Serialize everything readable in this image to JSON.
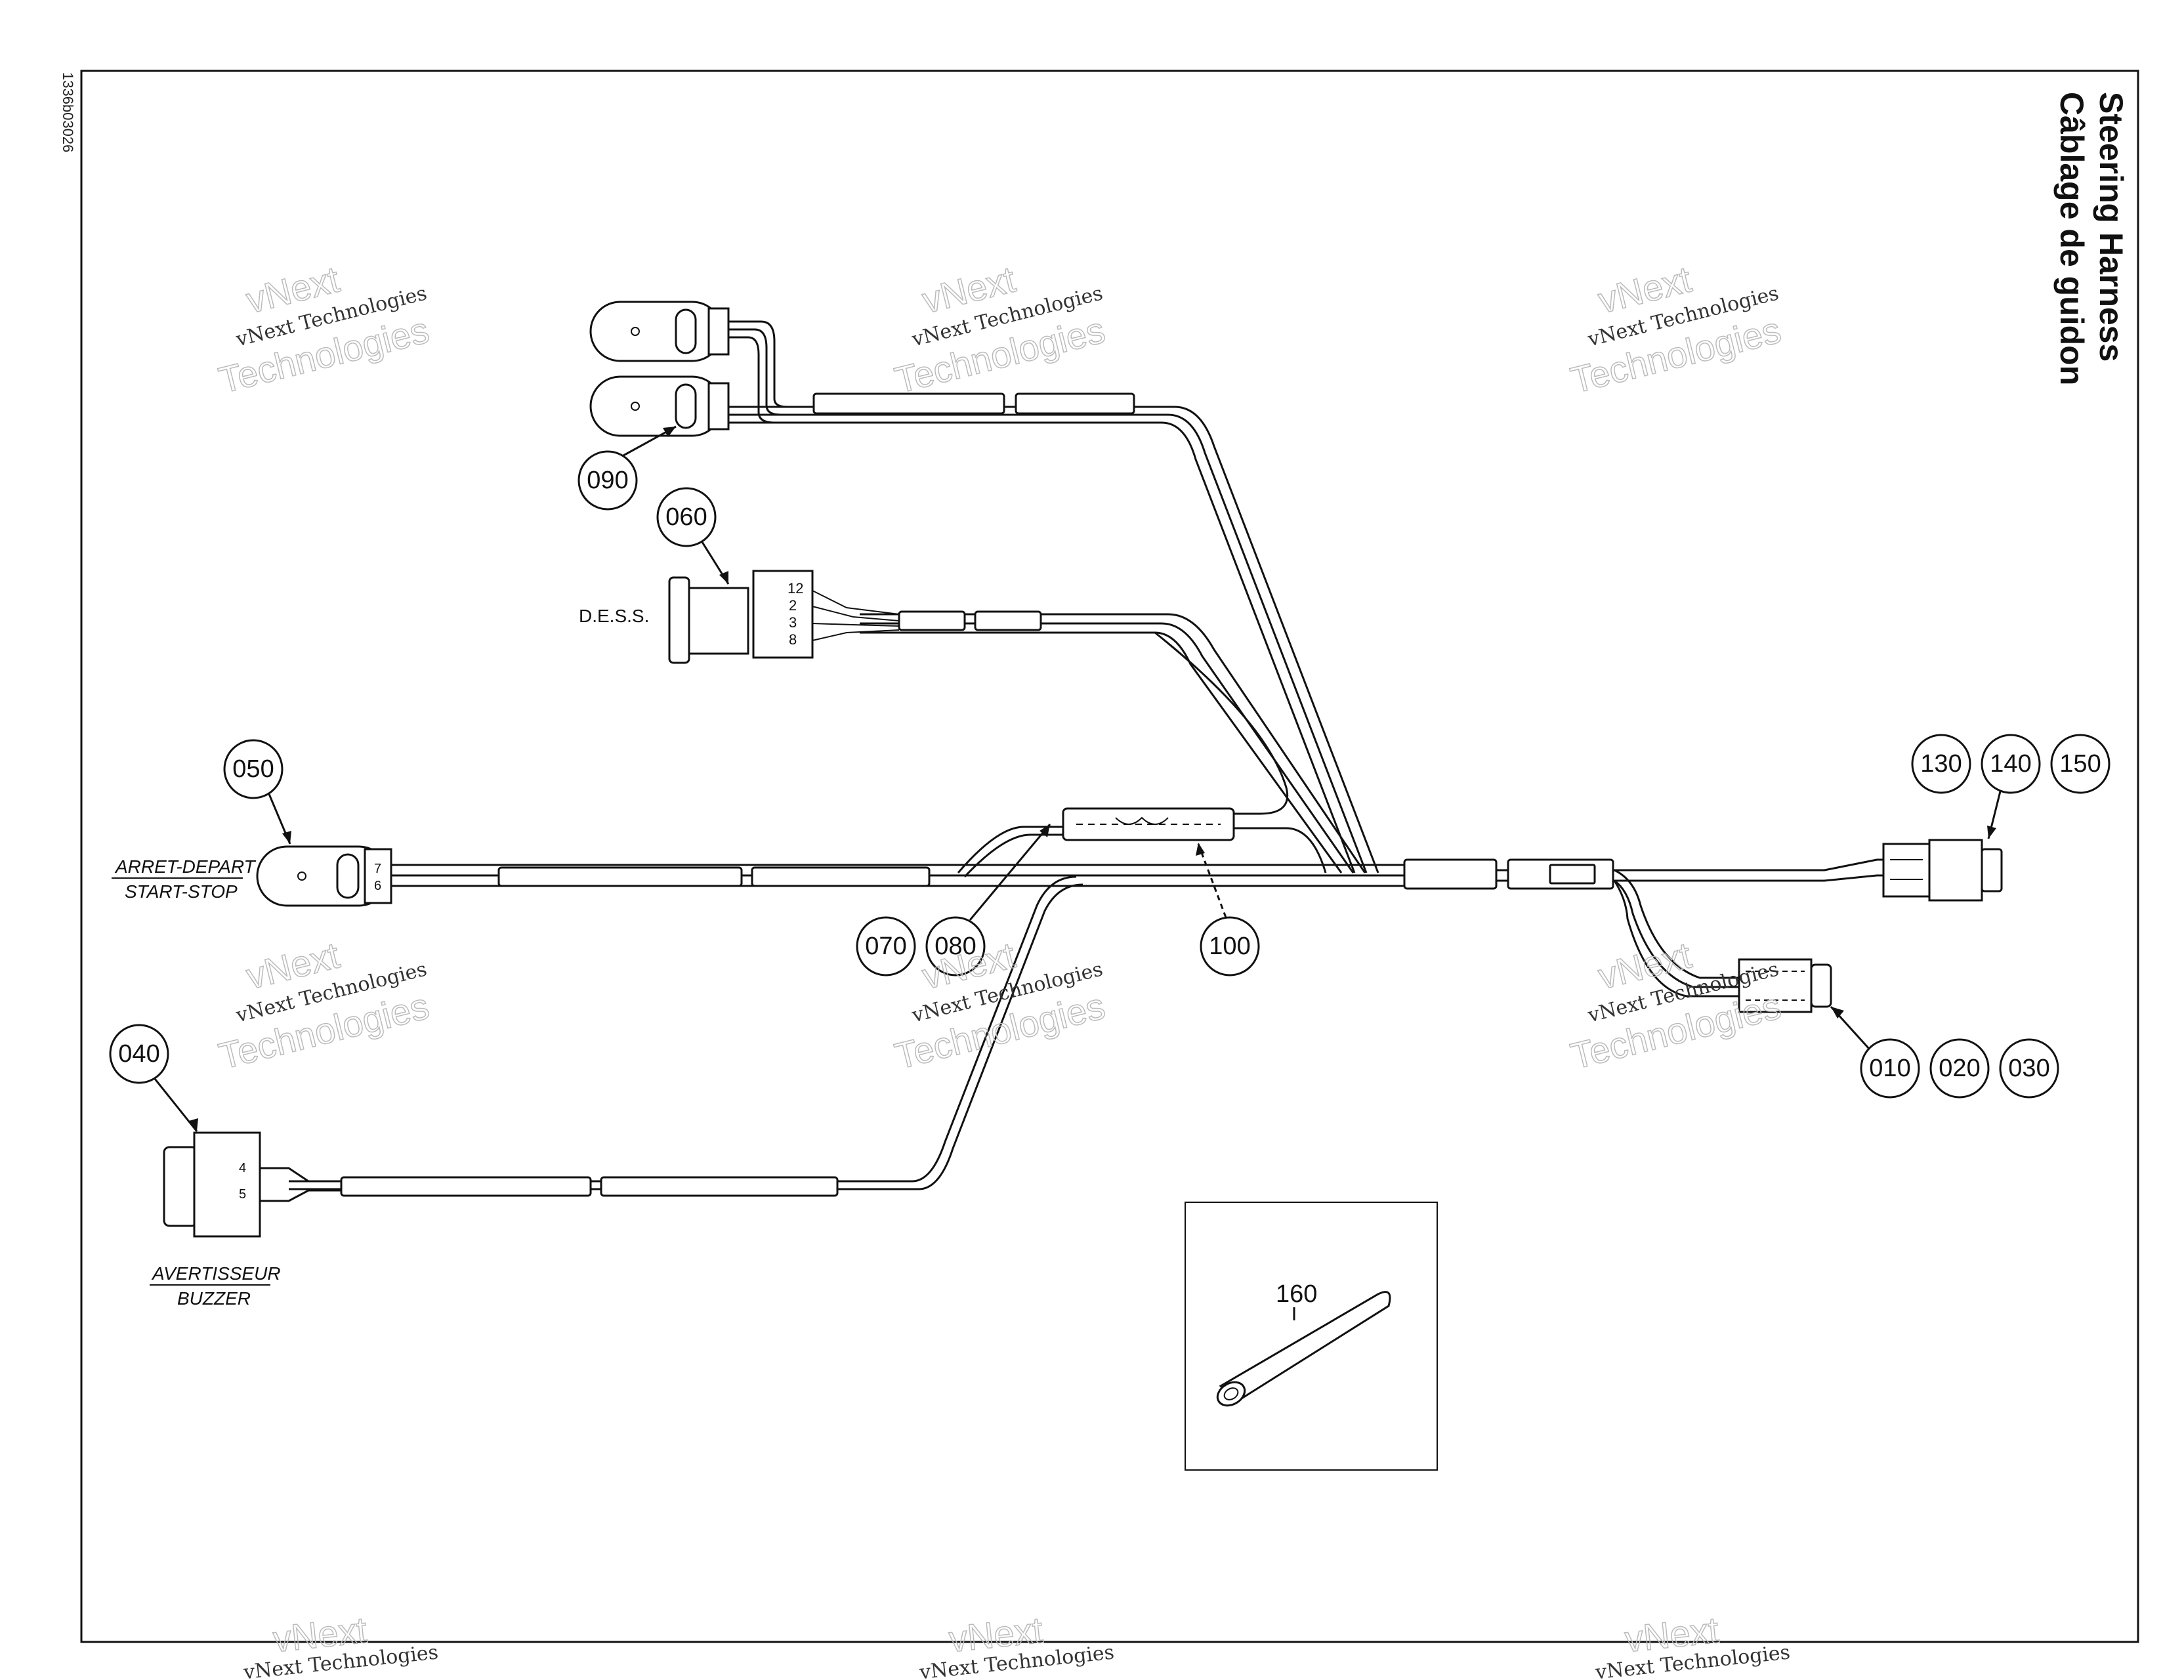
{
  "diagram": {
    "title_en": "Steering Harness",
    "title_fr": "Câblage de guidon",
    "drawing_code": "1336b03026"
  },
  "labels": {
    "start_stop_fr": "ARRET-DEPART",
    "start_stop_en": "START-STOP",
    "buzzer_fr": "AVERTISSEUR",
    "buzzer_en": "BUZZER",
    "dess": "D.E.S.S.",
    "dess_pins": [
      "12",
      "2",
      "3",
      "8"
    ],
    "buzzer_pins": [
      "4",
      "5"
    ],
    "start_stop_pins": [
      "7",
      "6"
    ]
  },
  "callouts": [
    "090",
    "060",
    "050",
    "070",
    "080",
    "100",
    "040",
    "130",
    "140",
    "150",
    "010",
    "020",
    "030",
    "160"
  ],
  "watermark": {
    "line1": "vNext Technologies",
    "line2": "vNext",
    "line3": "Technologies"
  }
}
